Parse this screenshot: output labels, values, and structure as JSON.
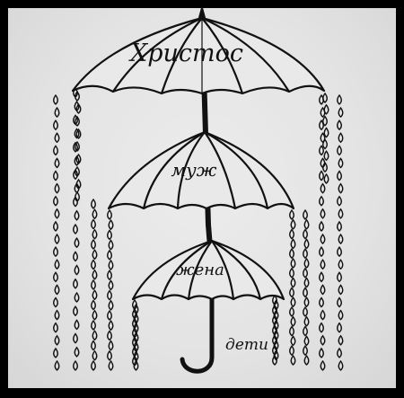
{
  "diagram": {
    "labels": {
      "top": "Христос",
      "middle": "муж",
      "bottom": "жена",
      "children": "дети"
    },
    "colors": {
      "ink": "#111111",
      "paper": "#e6e6e6",
      "border": "#000000"
    }
  }
}
